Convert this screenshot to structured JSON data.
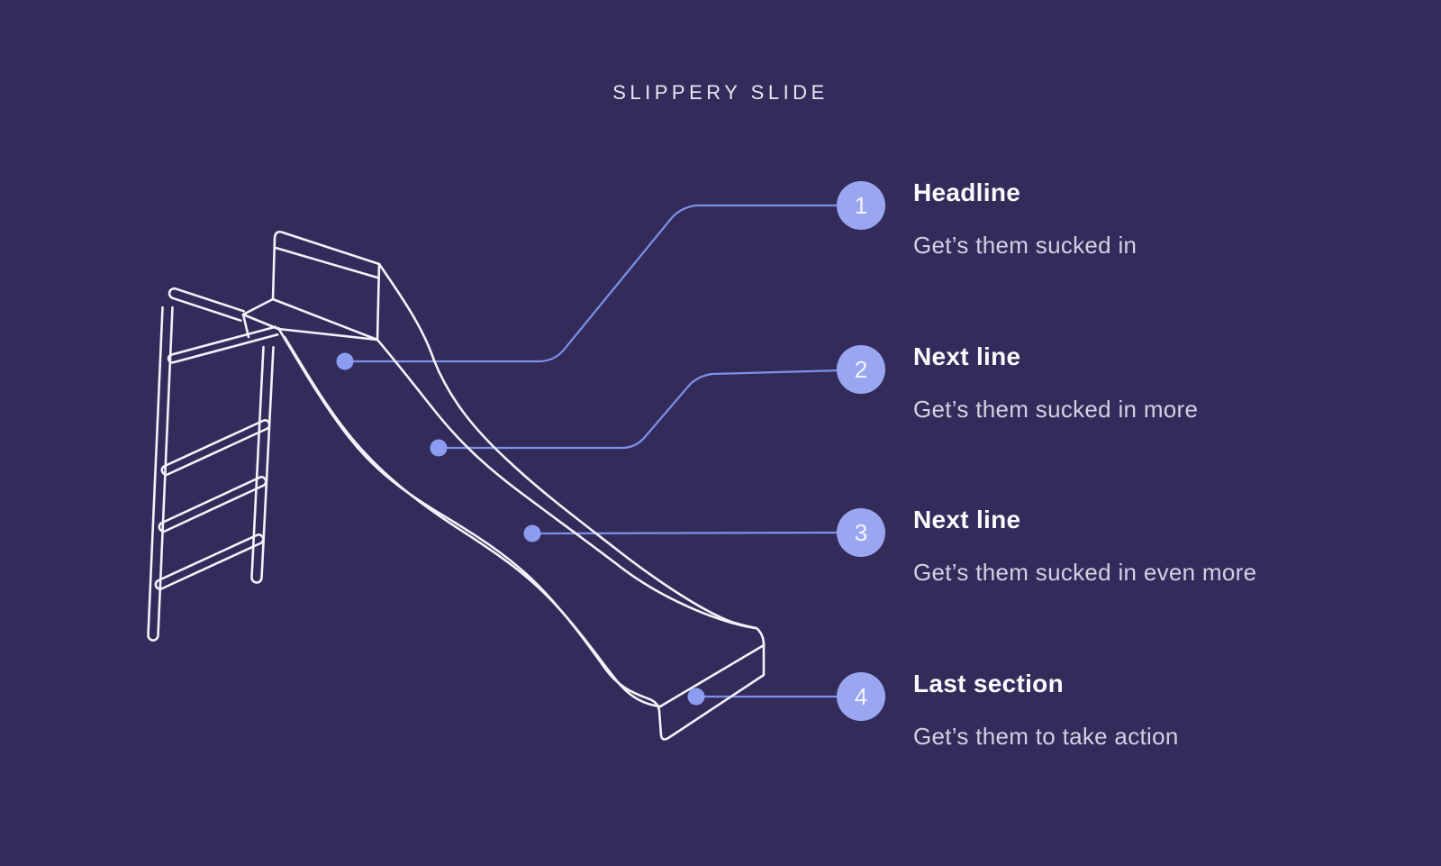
{
  "title": "SLIPPERY SLIDE",
  "callouts": [
    {
      "number": "1",
      "heading": "Headline",
      "subtext": "Get’s them sucked in"
    },
    {
      "number": "2",
      "heading": "Next line",
      "subtext": "Get’s them sucked in more"
    },
    {
      "number": "3",
      "heading": "Next line",
      "subtext": "Get’s them sucked in even more"
    },
    {
      "number": "4",
      "heading": "Last section",
      "subtext": "Get’s them to take action"
    }
  ],
  "illustration": {
    "description": "White outline drawing of a playground slide with a ladder, with four numbered marker dots placed down the slide bed"
  },
  "colors": {
    "background": "#332c5b",
    "line_art": "#f3f1f9",
    "connector_line": "#7f90e9",
    "marker_dot": "#8c9cf1",
    "number_badge": "#9aa7f0",
    "heading_text": "#fbfbfe",
    "subtext": "#d4d0e4",
    "title_text": "#e9e7f2"
  }
}
